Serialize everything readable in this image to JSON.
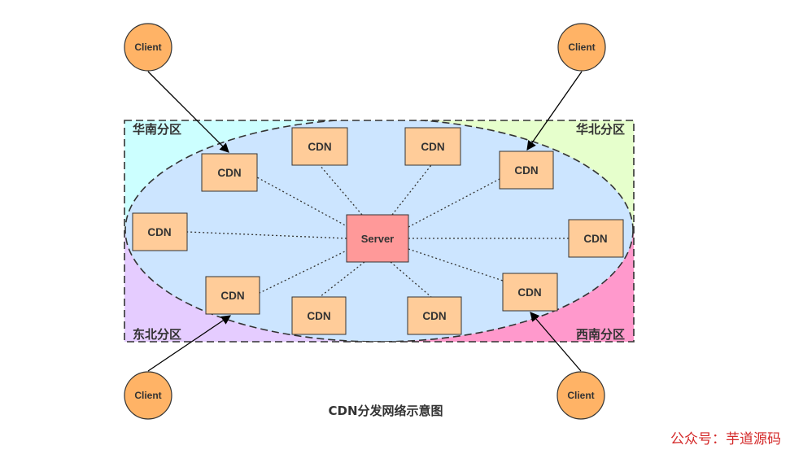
{
  "caption": "CDN分发网络示意图",
  "watermark": "公众号：芋道源码",
  "server": {
    "label": "Server",
    "color": "#ff9999"
  },
  "cdn_label": "CDN",
  "client_label": "Client",
  "regions": {
    "south_china": {
      "label": "华南分区",
      "color": "#ccffff"
    },
    "north_china": {
      "label": "华北分区",
      "color": "#e6ffcc"
    },
    "northeast": {
      "label": "东北分区",
      "color": "#e5ccff"
    },
    "southwest": {
      "label": "西南分区",
      "color": "#ff99cc"
    }
  },
  "colors": {
    "ellipse_fill": "#cce5ff",
    "cdn_fill": "#ffcc99",
    "client_fill": "#ffb366",
    "line": "#333333"
  }
}
